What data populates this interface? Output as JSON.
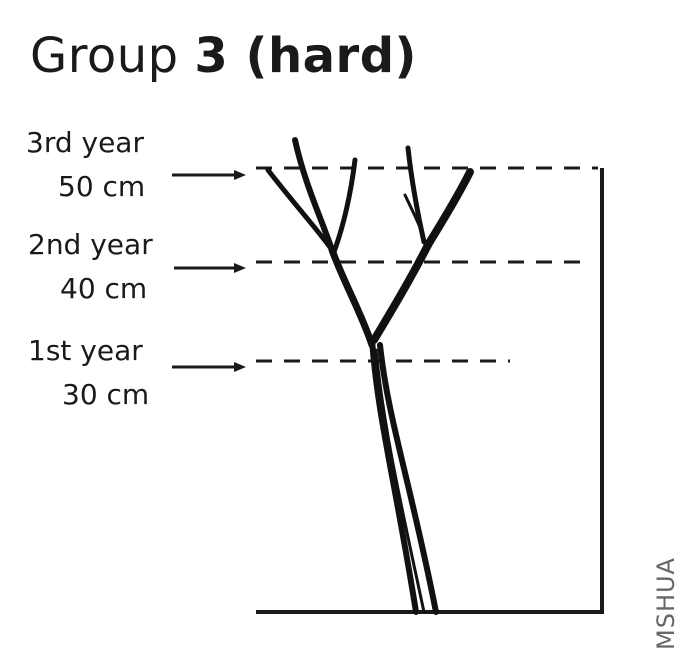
{
  "title": {
    "prefix": "Group",
    "bold": "3 (hard)"
  },
  "levels": [
    {
      "year": "3rd year",
      "height": "50 cm"
    },
    {
      "year": "2nd year",
      "height": "40 cm"
    },
    {
      "year": "1st year",
      "height": "30 cm"
    }
  ],
  "watermark": "MSHUA"
}
